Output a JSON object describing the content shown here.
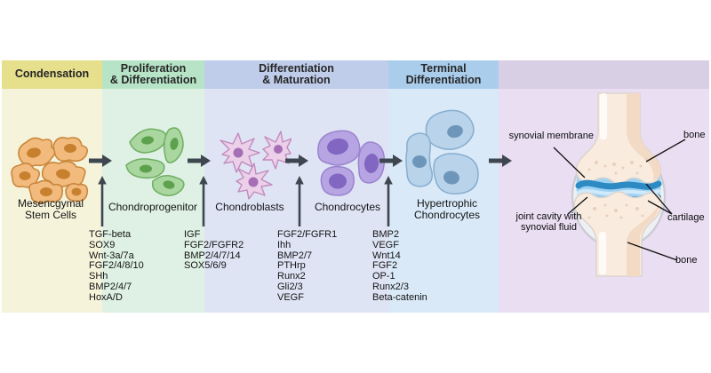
{
  "stage_headers": [
    {
      "lines": [
        "Condensation"
      ]
    },
    {
      "lines": [
        "Proliferation",
        "& Differentiation"
      ]
    },
    {
      "lines": [
        "Differentiation",
        "& Maturation"
      ]
    },
    {
      "lines": [
        "Terminal",
        "Differentiation"
      ]
    }
  ],
  "cell_types": [
    {
      "lines": [
        "Mesencgymal",
        "Stem Cells"
      ]
    },
    {
      "lines": [
        "Chondroprogenitor"
      ]
    },
    {
      "lines": [
        "Chondroblasts"
      ]
    },
    {
      "lines": [
        "Chondrocytes"
      ]
    },
    {
      "lines": [
        "Hypertrophic",
        "Chondrocytes"
      ]
    }
  ],
  "factor_lists": [
    {
      "items": [
        "TGF-beta",
        "SOX9",
        "Wnt-3a/7a",
        "FGF2/4/8/10",
        "SHh",
        "BMP2/4/7",
        "HoxA/D"
      ]
    },
    {
      "items": [
        "IGF",
        "FGF2/FGFR2",
        "BMP2/4/7/14",
        "SOX5/6/9"
      ]
    },
    {
      "items": [
        "FGF2/FGFR1",
        "Ihh",
        "BMP2/7",
        "PTHrp",
        "Runx2",
        "Gli2/3",
        "VEGF"
      ]
    },
    {
      "items": [
        "BMP2",
        "VEGF",
        "Wnt14",
        "FGF2",
        "OP-1",
        "Runx2/3",
        "Beta-catenin"
      ]
    }
  ],
  "joint": {
    "labels": {
      "synovial_membrane": "synovial membrane",
      "bone_top": "bone",
      "joint_cavity_lines": [
        "joint cavity with",
        "synovial fluid"
      ],
      "cartilage": "cartilage",
      "bone_bottom": "bone"
    }
  },
  "palette": {
    "condensation_header": "#e6df8c",
    "condensation_body": "#f5f3da",
    "proliferation_header": "#b7e4c7",
    "proliferation_body": "#def1e4",
    "maturation_header": "#bfcdea",
    "maturation_body": "#dfe4f5",
    "terminal_header": "#aacdec",
    "terminal_body": "#d9e9f8",
    "joint_panel_header": "#d8cfe4",
    "joint_panel_body": "#e9def2",
    "arrow": "#3e4650",
    "msc_cell": "#f2bb7d",
    "progenitor_cell": "#a9d79f",
    "chondroblast_cell": "#ecd0e9",
    "chondrocyte_cell": "#b7a4e2",
    "hypertrophic_cell": "#b9d3ea",
    "bone": "#f9ecdf",
    "cartilage_band": "#2d8ac3",
    "synovial_fluid": "#9ed2f2",
    "membrane": "#c9cad2"
  }
}
